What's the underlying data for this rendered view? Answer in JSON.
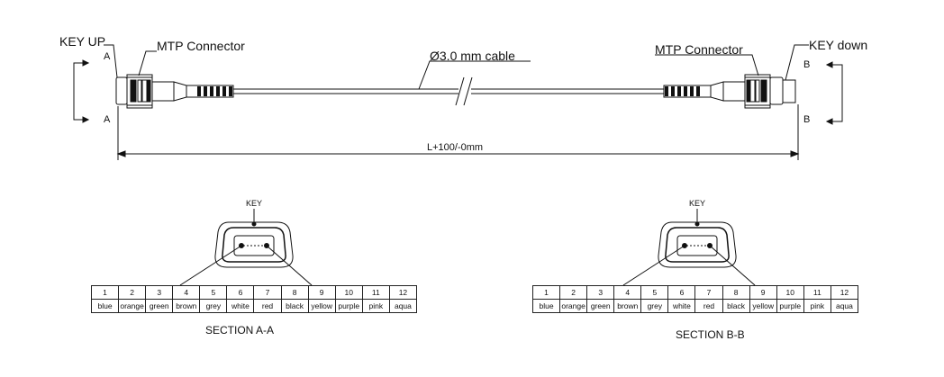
{
  "labels": {
    "key_up": "KEY UP",
    "key_down": "KEY down",
    "mtp_left": "MTP Connector",
    "mtp_right": "MTP Connector",
    "cable": "Ø3.0 mm cable",
    "length": "L+100/-0mm",
    "sec_a_top": "A",
    "sec_a_bottom": "A",
    "sec_b_top": "B",
    "sec_b_bottom": "B",
    "key_a": "KEY",
    "key_b": "KEY",
    "section_a": "SECTION A-A",
    "section_b": "SECTION B-B"
  },
  "pins": {
    "numbers": [
      "1",
      "2",
      "3",
      "4",
      "5",
      "6",
      "7",
      "8",
      "9",
      "10",
      "11",
      "12"
    ],
    "colors_a": [
      "blue",
      "orange",
      "green",
      "brown",
      "grey",
      "white",
      "red",
      "black",
      "yellow",
      "purple",
      "pink",
      "aqua"
    ],
    "colors_b": [
      "blue",
      "orange",
      "green",
      "brown",
      "grey",
      "white",
      "red",
      "black",
      "yellow",
      "purple",
      "pink",
      "aqua"
    ]
  }
}
